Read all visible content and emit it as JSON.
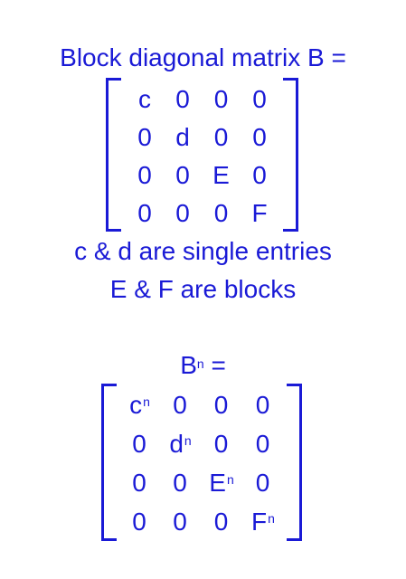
{
  "colors": {
    "text": "#1a1ad6",
    "background": "#ffffff"
  },
  "title": "Block diagonal matrix B =",
  "matrix_b": {
    "rows": [
      [
        "c",
        "0",
        "0",
        "0"
      ],
      [
        "0",
        "d",
        "0",
        "0"
      ],
      [
        "0",
        "0",
        "E",
        "0"
      ],
      [
        "0",
        "0",
        "0",
        "F"
      ]
    ]
  },
  "notes": [
    "c & d are single entries",
    "E & F are blocks"
  ],
  "power_label": {
    "base": "B",
    "exponent": "n",
    "suffix": "="
  },
  "matrix_bn": {
    "rows": [
      [
        {
          "base": "c",
          "exp": "n"
        },
        {
          "base": "0",
          "exp": ""
        },
        {
          "base": "0",
          "exp": ""
        },
        {
          "base": "0",
          "exp": ""
        }
      ],
      [
        {
          "base": "0",
          "exp": ""
        },
        {
          "base": "d",
          "exp": "n"
        },
        {
          "base": "0",
          "exp": ""
        },
        {
          "base": "0",
          "exp": ""
        }
      ],
      [
        {
          "base": "0",
          "exp": ""
        },
        {
          "base": "0",
          "exp": ""
        },
        {
          "base": "E",
          "exp": "n"
        },
        {
          "base": "0",
          "exp": ""
        }
      ],
      [
        {
          "base": "0",
          "exp": ""
        },
        {
          "base": "0",
          "exp": ""
        },
        {
          "base": "0",
          "exp": ""
        },
        {
          "base": "F",
          "exp": "n"
        }
      ]
    ]
  }
}
